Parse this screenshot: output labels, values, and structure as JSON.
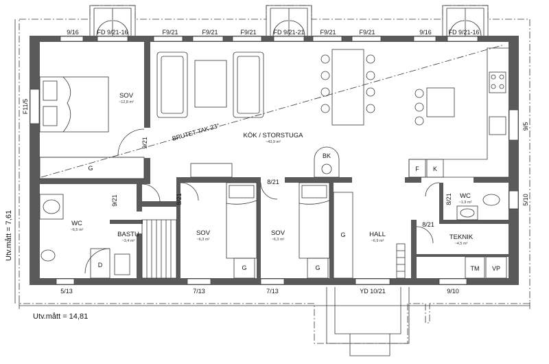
{
  "rooms": {
    "sov1": {
      "name": "SOV",
      "area": "~12,8 m²"
    },
    "kok": {
      "name": "KÖK / STORSTUGA",
      "area": "~43,9 m²"
    },
    "wc1": {
      "name": "WC",
      "area": "~6,5 m²"
    },
    "bastu": {
      "name": "BASTU",
      "area": "~3,4 m²"
    },
    "sov2": {
      "name": "SOV",
      "area": "~6,3 m²"
    },
    "sov3": {
      "name": "SOV",
      "area": "~6,3 m²"
    },
    "hall": {
      "name": "HALL",
      "area": "~6,9 m²"
    },
    "wc2": {
      "name": "WC",
      "area": "~1,9 m²"
    },
    "teknik": {
      "name": "TEKNIK",
      "area": "~4,5 m²"
    }
  },
  "windows_top": [
    "9/16",
    "FD 9/21-16",
    "F9/21",
    "F9/21",
    "F9/21",
    "FD 9/21-21",
    "F9/21",
    "F9/21",
    "9/16",
    "FD 9/21-16"
  ],
  "windows_bottom": [
    "5/13",
    "7/13",
    "7/13",
    "YD 10/21",
    "9/10"
  ],
  "windows_side": {
    "left": "F11/5",
    "right_upper": "9/5",
    "right_lower": "5/10"
  },
  "doors": [
    "9/21",
    "9/21",
    "8/21",
    "8/21",
    "8/21",
    "8/21"
  ],
  "fixtures": {
    "wardrobe": "G",
    "fridge": "F",
    "freezer": "K",
    "fireplace": "BK",
    "dryer": "D",
    "tumble": "TM",
    "water_heater": "VP"
  },
  "annotation": {
    "roof": "BRUTET TAK 23°"
  },
  "dimensions": {
    "width": "Utv.mått = 14,81",
    "height": "Utv.mått = 7,61"
  }
}
